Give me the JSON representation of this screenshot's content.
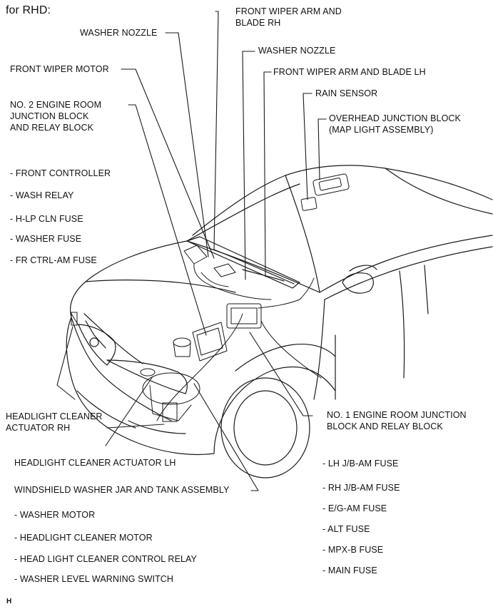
{
  "header": {
    "variant": "for RHD:"
  },
  "labels": {
    "front_wiper_arm_rh": [
      "FRONT WIPER ARM AND",
      "BLADE RH"
    ],
    "washer_nozzle_left": "WASHER NOZZLE",
    "washer_nozzle_right": "WASHER NOZZLE",
    "front_wiper_motor": "FRONT WIPER MOTOR",
    "front_wiper_arm_lh": "FRONT WIPER ARM AND BLADE LH",
    "rain_sensor": "RAIN SENSOR",
    "overhead_junction_block": [
      "OVERHEAD JUNCTION BLOCK",
      "(MAP LIGHT ASSEMBLY)"
    ],
    "no2_engine_room_jb": [
      "NO. 2 ENGINE ROOM",
      "JUNCTION BLOCK",
      "AND RELAY BLOCK"
    ],
    "no1_engine_room_jb": [
      "NO. 1 ENGINE ROOM JUNCTION",
      "BLOCK AND RELAY BLOCK"
    ],
    "headlight_cleaner_rh": [
      "HEADLIGHT CLEANER",
      "ACTUATOR RH"
    ],
    "headlight_cleaner_lh": "HEADLIGHT CLEANER ACTUATOR LH",
    "washer_jar_tank": "WINDSHIELD WASHER JAR AND TANK ASSEMBLY",
    "footer_code": "H"
  },
  "no2_components": [
    "- FRONT CONTROLLER",
    "- WASH RELAY",
    "- H-LP CLN FUSE",
    "- WASHER FUSE",
    "- FR CTRL-AM FUSE"
  ],
  "no1_components": [
    "- LH J/B-AM FUSE",
    "- RH J/B-AM FUSE",
    "- E/G-AM FUSE",
    "- ALT FUSE",
    "- MPX-B FUSE",
    "- MAIN FUSE"
  ],
  "tank_components": [
    "- WASHER MOTOR",
    "-  HEADLIGHT CLEANER MOTOR",
    "- HEAD LIGHT CLEANER CONTROL RELAY",
    "- WASHER LEVEL WARNING SWITCH"
  ]
}
